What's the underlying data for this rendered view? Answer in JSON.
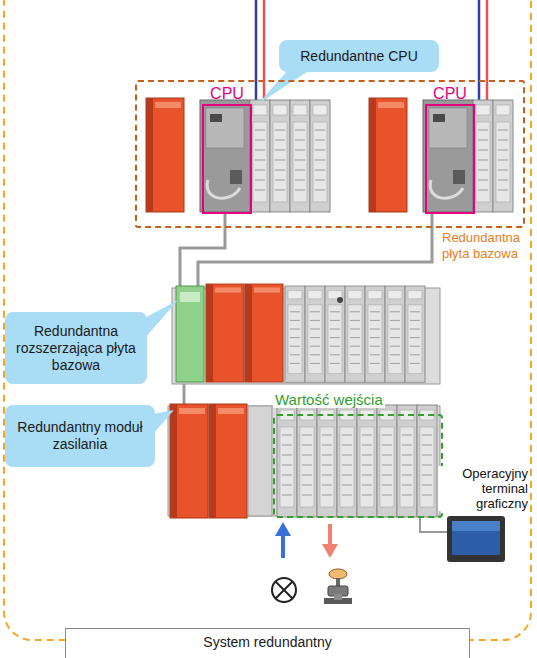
{
  "diagram": {
    "nodes": [
      {
        "text": [
          "Redundantne CPU"
        ]
      },
      {
        "text": [
          "Redundantna płyta bazowa"
        ]
      },
      {
        "text": [
          "CPU"
        ],
        "in": 1
      },
      {
        "text": [
          "CPU"
        ],
        "in": 1
      },
      {
        "text": [
          "Redundantna rozszerzająca płyta bazowa"
        ]
      },
      {
        "text": [
          "Wartość wejścia"
        ]
      },
      {
        "text": [
          "Redundantny moduł zasilania"
        ]
      },
      {
        "text": [
          "System redundantny"
        ]
      }
    ],
    "labels": [
      "Operacyjny terminal graficzny"
    ]
  }
}
